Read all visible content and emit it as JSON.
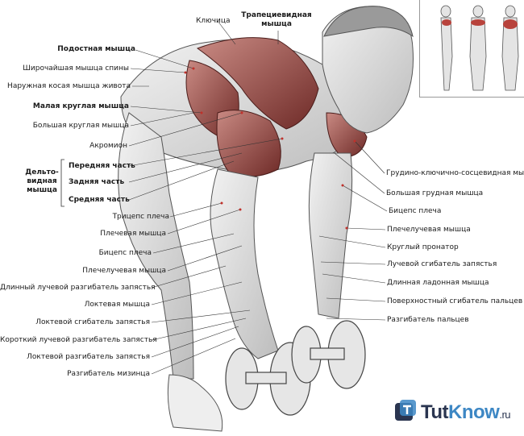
{
  "labels": {
    "klyuchitsa": "Ключица",
    "trapeciya": "Трапециевидная\nмышца",
    "podostnaya": "Подостная мышца",
    "shirochayshaya": "Широчайшая мышца спины",
    "naruzhnaya_kosaya": "Наружная косая мышца живота",
    "malaya_kruglaya": "Малая круглая мышца",
    "bolshaya_kruglaya": "Большая круглая мышца",
    "akromion": "Акромион",
    "deltovidnaya": "Дельто-\nвидная\nмышца",
    "perednyaya": "Передняя часть",
    "zadnyaya": "Задняя часть",
    "srednyaya": "Средняя часть",
    "triceps": "Трицепс плеча",
    "plechevaya": "Плечевая мышца",
    "biceps_left": "Бицепс плеча",
    "plechelucheвая_left": "Плечелучевая мышца",
    "dlinnyy_luchevoy": "Длинный лучевой разгибатель запястья",
    "loktevaya": "Локтевая мышца",
    "loktevoy_sgibatel": "Локтевой сгибатель запястья",
    "korotkiy_luchevoy": "Короткий лучевой разгибатель запястья",
    "loktevoy_razgibatel": "Локтевой разгибатель запястья",
    "razgibatel_mizintsa": "Разгибатель мизинца",
    "grudino": "Грудино-ключично-сосцевидная мышца",
    "bolshaya_grudnaya": "Большая грудная мышца",
    "biceps_right": "Бицепс плеча",
    "plecheluchevaya_right": "Плечелучевая мышца",
    "pronator": "Круглый пронатор",
    "luchevoy_sgibatel": "Лучевой сгибатель запястья",
    "dlinnaya_ladonnaya": "Длинная ладонная мышца",
    "poverhnostnyy": "Поверхностный сгибатель пальцев",
    "razgibatel_paltsev": "Разгибатель пальцев"
  },
  "logo": {
    "part1": "Tut",
    "part2": "Know",
    "domain": ".ru"
  },
  "colors": {
    "muscle_highlight": "#8b3a36",
    "sketch": "#555555",
    "logo_dark": "#2a3550",
    "logo_blue": "#3d87c4"
  }
}
